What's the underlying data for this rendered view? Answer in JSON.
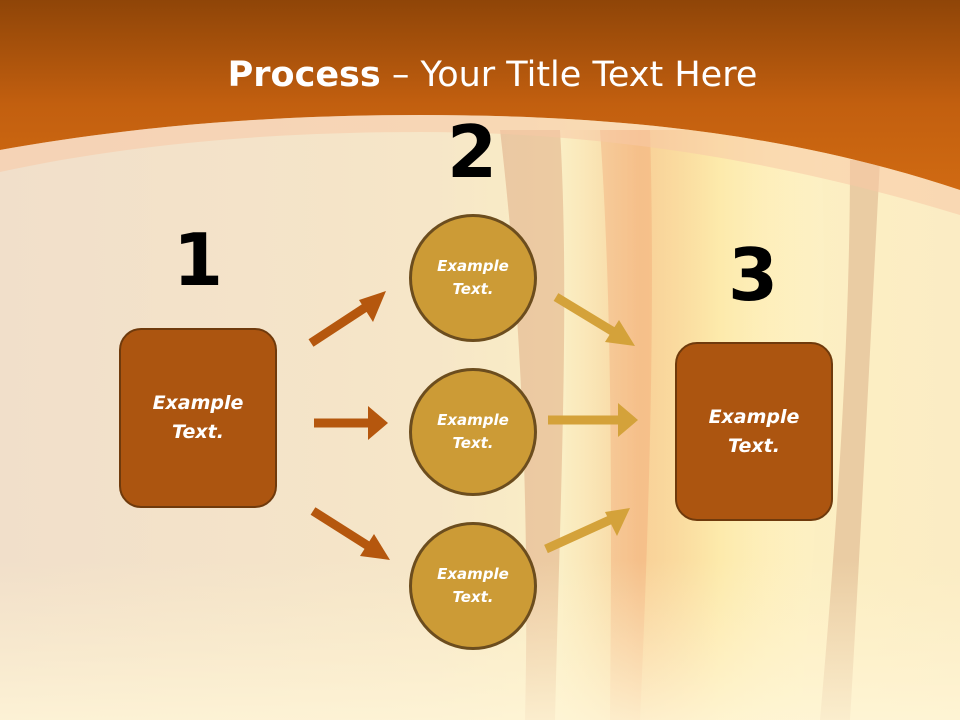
{
  "slide": {
    "title_bold": "Process",
    "title_rest": " – Your Title Text Here"
  },
  "steps": {
    "one": {
      "number": "1",
      "text": "Example Text."
    },
    "two": {
      "number": "2"
    },
    "three": {
      "number": "3",
      "text": "Example Text."
    }
  },
  "circles": [
    {
      "text": "Example Text."
    },
    {
      "text": "Example Text."
    },
    {
      "text": "Example Text."
    }
  ],
  "colors": {
    "header": "#c9620e",
    "box_fill": "#ac5510",
    "circle_fill": "#cc9b36",
    "arrow_dark": "#b5570e",
    "arrow_light": "#d4a23a"
  }
}
